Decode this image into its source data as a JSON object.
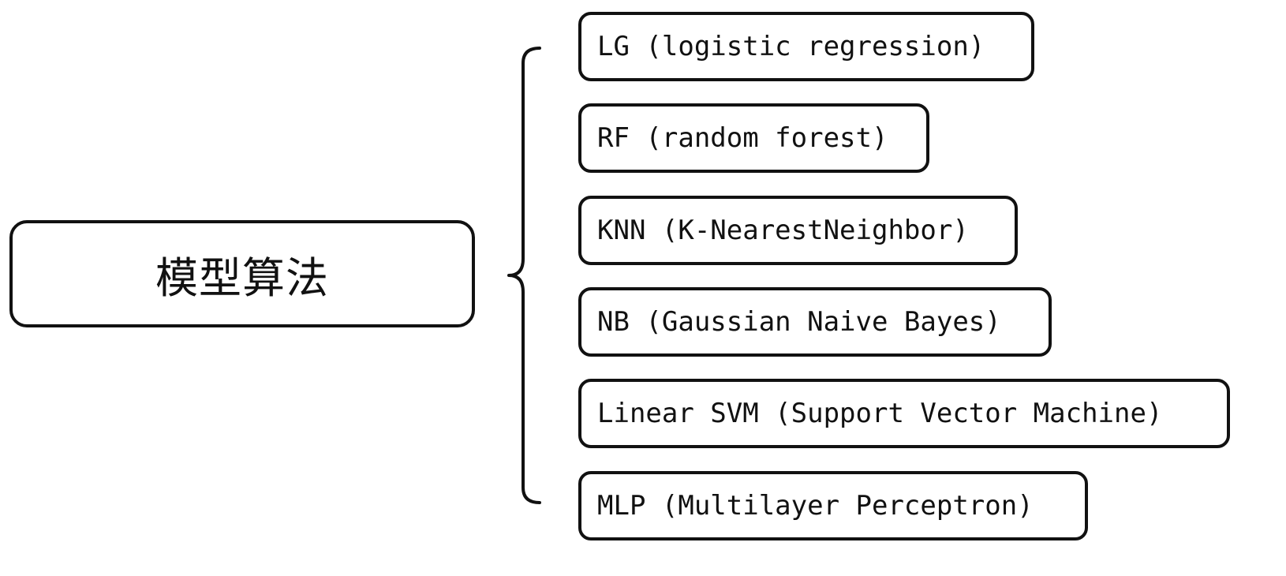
{
  "root": {
    "label": "模型算法"
  },
  "algorithms": [
    {
      "label": "LG (logistic regression)"
    },
    {
      "label": "RF (random forest)"
    },
    {
      "label": "KNN (K-NearestNeighbor)"
    },
    {
      "label": "NB (Gaussian Naive Bayes)"
    },
    {
      "label": "Linear SVM (Support Vector Machine)"
    },
    {
      "label": "MLP (Multilayer Perceptron)"
    }
  ],
  "colors": {
    "stroke": "#111111",
    "background": "#ffffff"
  }
}
